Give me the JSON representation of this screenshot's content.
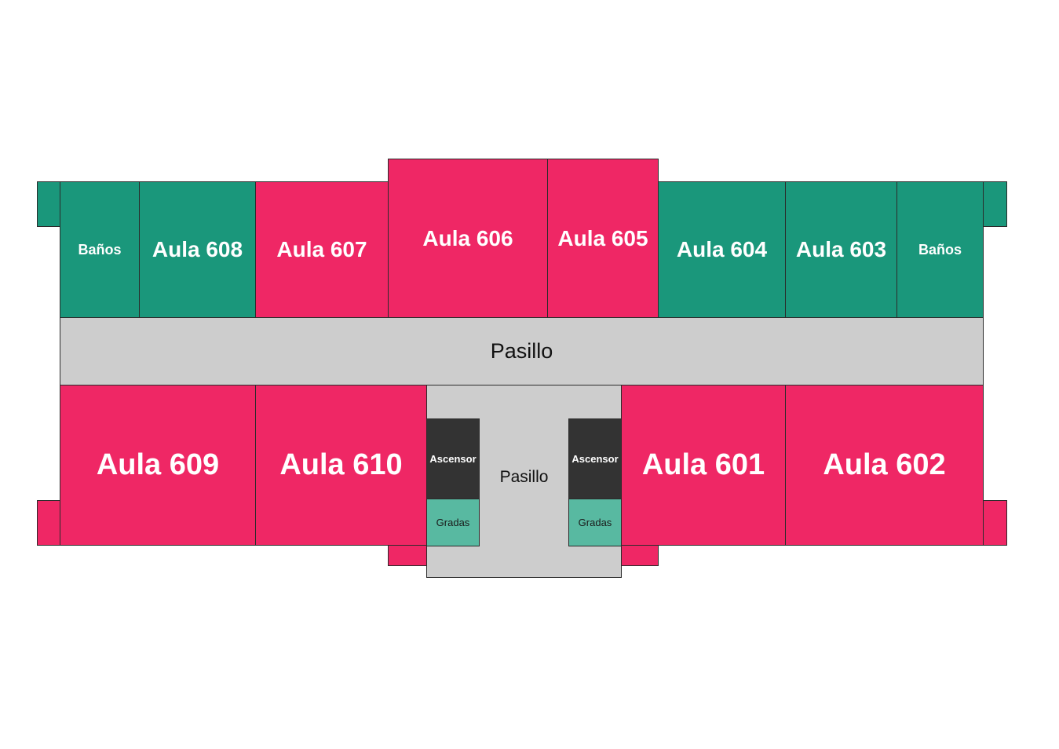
{
  "colors": {
    "green": "#1a977b",
    "pink": "#ef2765",
    "corridor": "#cdcdcd",
    "elevator": "#333333",
    "stairs": "#58b9a1"
  },
  "top_row": {
    "banos_left": "Baños",
    "aula_608": "Aula 608",
    "aula_607": "Aula 607",
    "aula_606": "Aula 606",
    "aula_605": "Aula 605",
    "aula_604": "Aula 604",
    "aula_603": "Aula 603",
    "banos_right": "Baños"
  },
  "corridor": {
    "main": "Pasillo",
    "central": "Pasillo"
  },
  "bottom_row": {
    "aula_609": "Aula 609",
    "aula_610": "Aula 610",
    "aula_601": "Aula 601",
    "aula_602": "Aula 602"
  },
  "services": {
    "elevator_left": "Ascensor",
    "stairs_left": "Gradas",
    "elevator_right": "Ascensor",
    "stairs_right": "Gradas"
  }
}
